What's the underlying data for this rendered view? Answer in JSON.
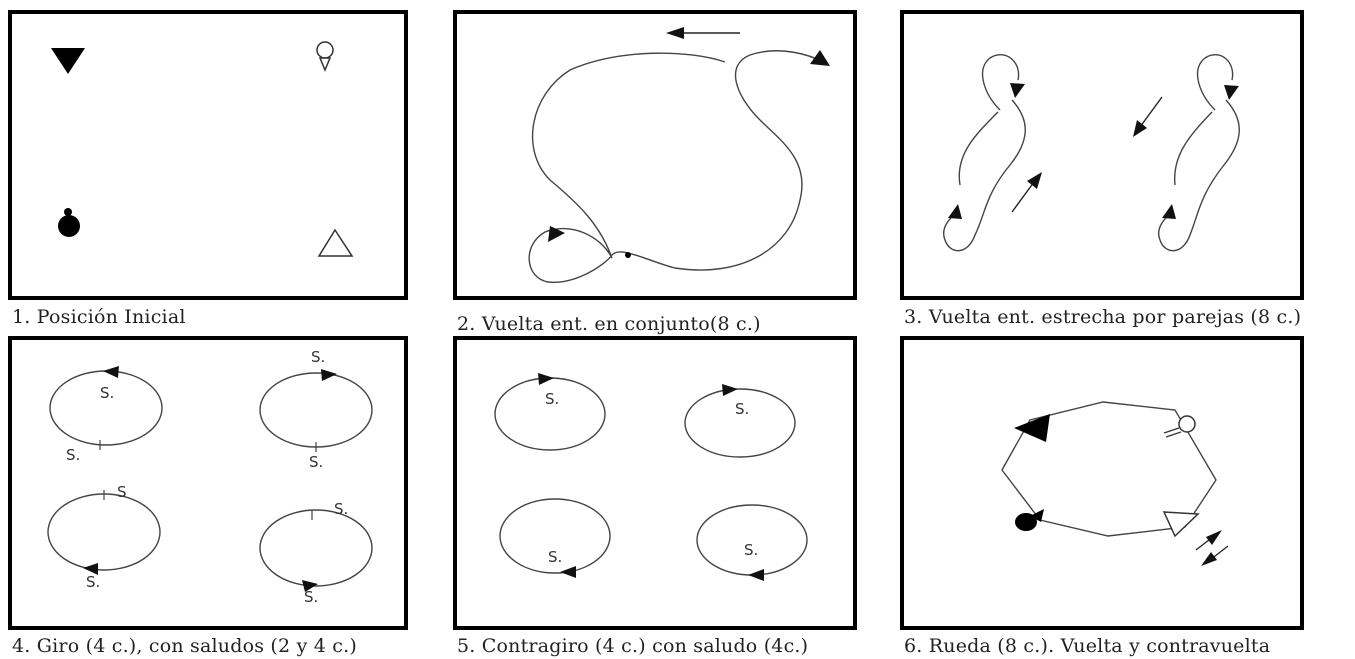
{
  "panels": [
    {
      "id": 1,
      "caption": "1. Posición Inicial"
    },
    {
      "id": 2,
      "caption": "2. Vuelta ent. en conjunto(8 c.)"
    },
    {
      "id": 3,
      "caption": "3. Vuelta ent. estrecha por parejas (8 c.)"
    },
    {
      "id": 4,
      "caption": "4. Giro (4 c.), con saludos (2 y 4 c.)"
    },
    {
      "id": 5,
      "caption": "5. Contragiro (4 c.) con saludo (4c.)"
    },
    {
      "id": 6,
      "caption": "6. Rueda (8 c.). Vuelta y contravuelta"
    }
  ],
  "salute_label": "S.",
  "salute_label_short": "S",
  "dancers": [
    "solid-triangle",
    "hollow-circle-with-tail",
    "solid-circle-with-head",
    "hollow-triangle"
  ],
  "colors": {
    "frame": "#000000",
    "path": "#444444",
    "solid": "#000000"
  }
}
